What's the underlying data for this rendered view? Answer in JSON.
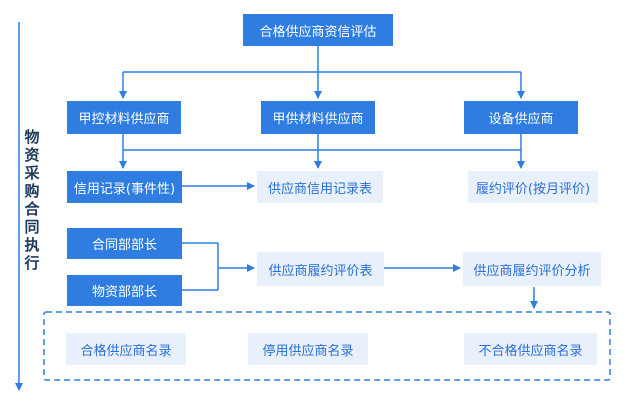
{
  "title": "合格供应商资信评估",
  "side_label": [
    "物",
    "资",
    "采",
    "购",
    "合",
    "同",
    "执",
    "行"
  ],
  "suppliers": {
    "a": "甲控材料供应商",
    "b": "甲供材料供应商",
    "c": "设备供应商"
  },
  "credit_record": "信用记录(事件性)",
  "credit_table": "供应商信用记录表",
  "performance_monthly": "履约评价(按月评价)",
  "contract_head": "合同部部长",
  "materials_head": "物资部部长",
  "performance_table": "供应商履约评价表",
  "performance_analysis": "供应商履约评价分析",
  "lists": {
    "qualified": "合格供应商名录",
    "suspended": "停用供应商名录",
    "unqualified": "不合格供应商名录"
  },
  "colors": {
    "dark": "#2f7de1",
    "light": "#e8f0fb",
    "line": "#2f7de1"
  }
}
